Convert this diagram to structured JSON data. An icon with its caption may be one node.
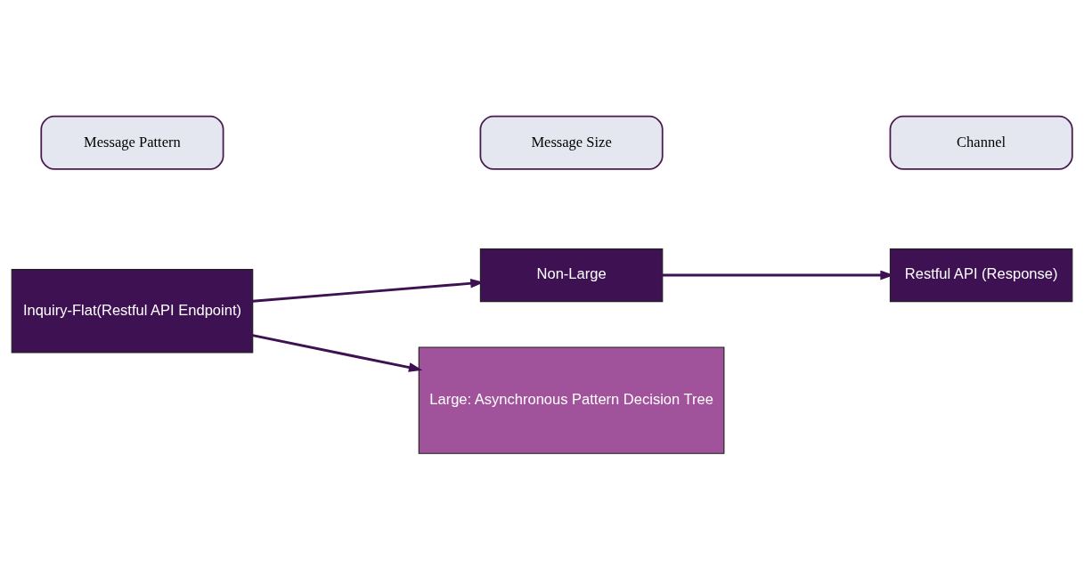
{
  "diagram": {
    "nodes": [
      {
        "text": [
          "Message Pattern"
        ]
      },
      {
        "text": [
          "Message Size"
        ]
      },
      {
        "text": [
          "Channel"
        ]
      },
      {
        "text": [
          "Non-Large"
        ]
      },
      {
        "text": [
          "Restful API (Response)"
        ]
      },
      {
        "text": [
          "Inquiry-Flat(Restful API Endpoint)"
        ]
      },
      {
        "text": [
          "Large: Asynchronous Pattern Decision Tree"
        ]
      }
    ],
    "edges": [
      {
        "from": 5,
        "to": 3,
        "arrow": "to"
      },
      {
        "from": 3,
        "to": 4,
        "arrow": "to"
      },
      {
        "from": 5,
        "to": 6,
        "arrow": "to"
      }
    ]
  }
}
